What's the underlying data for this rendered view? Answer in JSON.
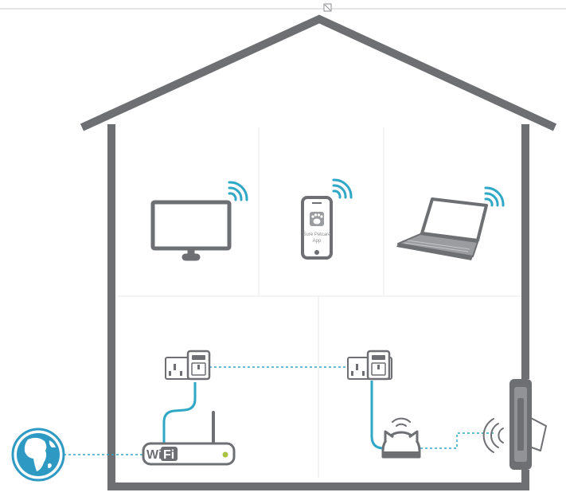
{
  "colors": {
    "house": "#6d6f73",
    "device": "#6d6f73",
    "wifi_waves": "#2fa7c7",
    "cable": "#2fa7c7",
    "globe": "#2e9ac4",
    "router_led": "#a9c23f",
    "room_divider": "#eef0f2"
  },
  "router": {
    "label_wi": "Wi",
    "label_fi": "Fi"
  },
  "phone": {
    "app_line1": "Sure Petcare",
    "app_line2": "App"
  },
  "icons": [
    "tv-icon",
    "smartphone-icon",
    "laptop-icon",
    "wifi-waves-icon",
    "power-socket-icon",
    "router-icon",
    "globe-icon",
    "pet-hub-icon",
    "cat-flap-icon"
  ]
}
